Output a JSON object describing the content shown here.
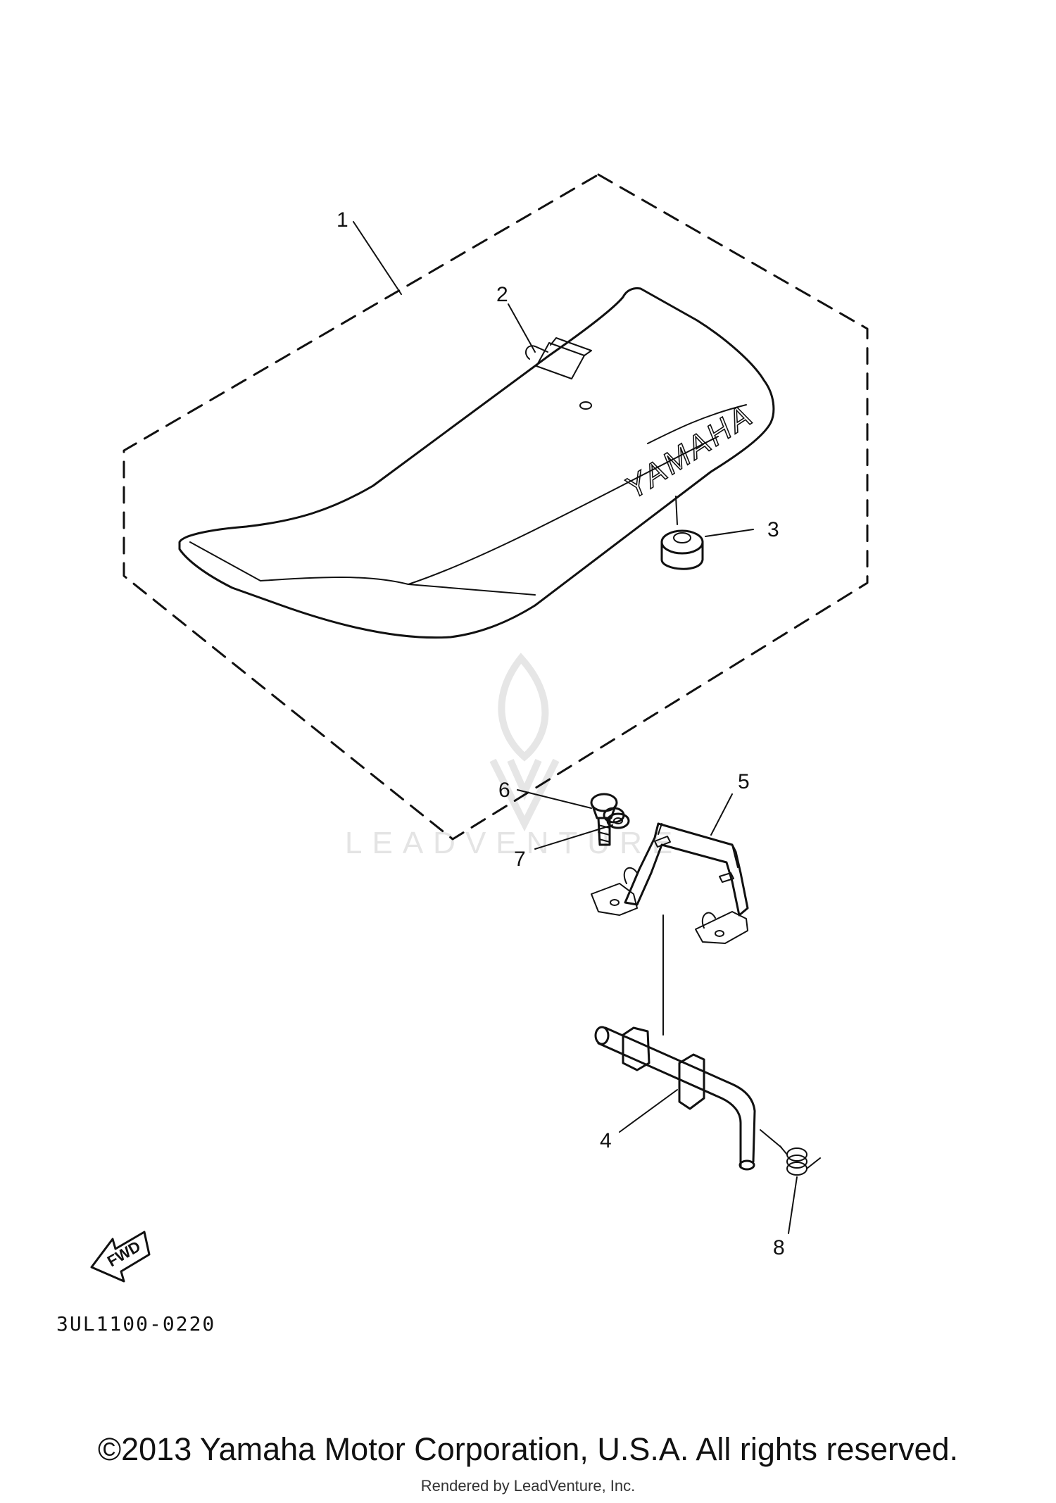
{
  "diagram": {
    "callouts": [
      "1",
      "2",
      "3",
      "4",
      "5",
      "6",
      "7",
      "8"
    ],
    "seat_brand": "YAMAHA",
    "fwd_label": "FWD",
    "diagram_code": "3UL1100-0220",
    "watermark": "LEADVENTURE"
  },
  "footer": {
    "copyright": "©2013 Yamaha Motor Corporation, U.S.A. All rights reserved.",
    "rendered_by": "Rendered by LeadVenture, Inc."
  }
}
